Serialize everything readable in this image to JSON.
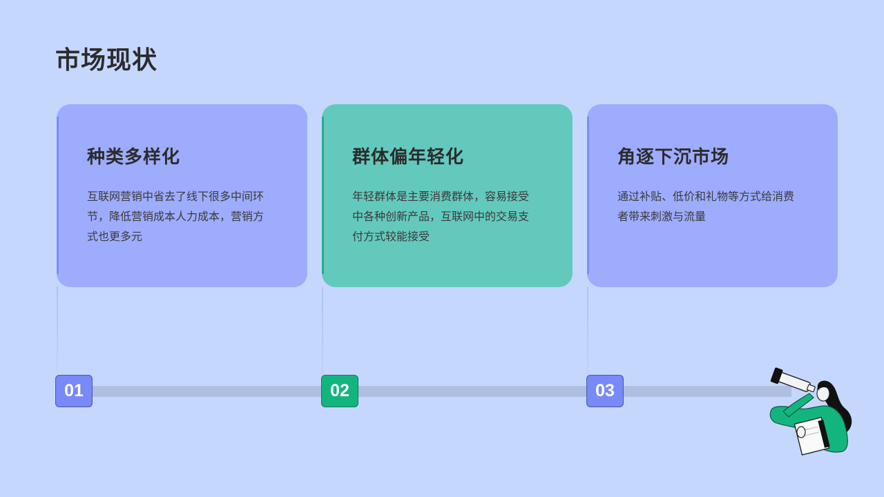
{
  "page": {
    "title": "市场现状"
  },
  "colors": {
    "background": "#c6d7fe",
    "card_blue": "#9dacfd",
    "card_green": "#63c9bd",
    "badge_blue": "#7889f8",
    "badge_green": "#13b57f",
    "track": "#aebfe1"
  },
  "cards": [
    {
      "title": "种类多样化",
      "text": "互联网营销中省去了线下很多中间环节，降低营销成本人力成本，营销方式也更多元",
      "badge": "01"
    },
    {
      "title": "群体偏年轻化",
      "text": "年轻群体是主要消费群体，容易接受中各种创新产品，互联网中的交易支付方式较能接受",
      "badge": "02"
    },
    {
      "title": "角逐下沉市场",
      "text": "通过补贴、低价和礼物等方式给消费者带来刺激与流量",
      "badge": "03"
    }
  ],
  "illustration": {
    "icon": "woman-with-telescope-illustration"
  }
}
